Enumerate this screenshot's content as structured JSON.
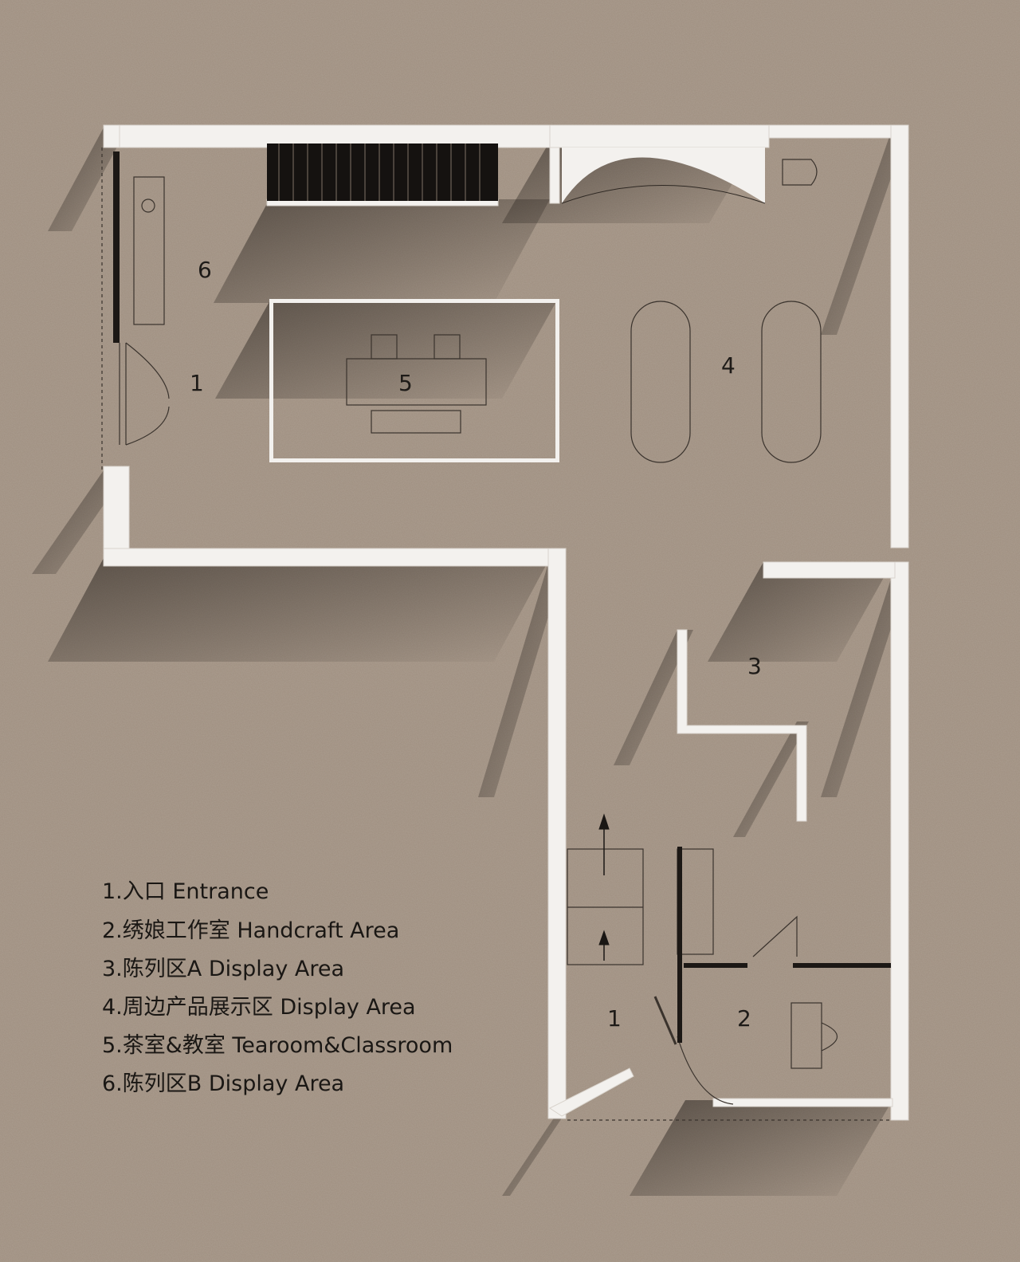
{
  "palette": {
    "ground": "#9e8e7f",
    "wall": "#f3f1ee",
    "shadow": "#2a241f",
    "line": "#3a332d",
    "text": "#1a1714"
  },
  "rooms": {
    "r1_top": "1",
    "r1_bottom": "1",
    "r2": "2",
    "r3": "3",
    "r4": "4",
    "r5": "5",
    "r6": "6"
  },
  "legend": [
    {
      "label": "1.入口  Entrance"
    },
    {
      "label": "2.绣娘工作室  Handcraft Area"
    },
    {
      "label": "3.陈列区A  Display Area"
    },
    {
      "label": "4.周边产品展示区  Display Area"
    },
    {
      "label": "5.茶室&教室  Tearoom&Classroom"
    },
    {
      "label": "6.陈列区B  Display Area"
    }
  ],
  "icons": [
    "stair-icon",
    "arrow-up-icon",
    "door-swing-icon",
    "chair-icon",
    "toilet-icon"
  ]
}
